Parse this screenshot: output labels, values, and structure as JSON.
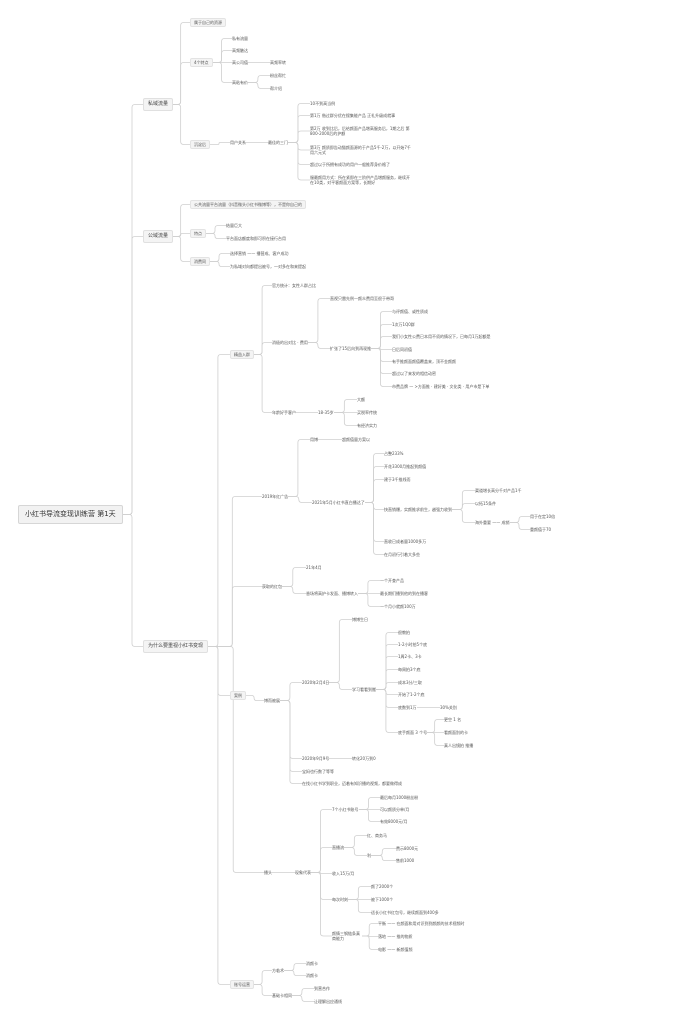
{
  "root": "小红书导流变现训练营 第1天",
  "branches": {
    "private": {
      "label": "私域流量",
      "items": {
        "own": "属于自己的资源",
        "fourP": {
          "label": "4个特点",
          "items": [
            "私有流量",
            "高频触达",
            "高公司值",
            "高粘有价"
          ],
          "sub_gaogongsizhi": "高频率转",
          "sub_gaozhanyoujia": [
            "粉丝帮忙",
            "帮介绍"
          ]
        },
        "case": {
          "label": "沉淀后",
          "user_life": "用户关系",
          "after_3": "最佳的三门",
          "points": [
            "10不到高当例",
            "第1万 借过群分优在搜集能产品 正礼升级成就事",
            "第2万 收到比后，后给颜面产品增高服务后，1期之后 第800-2000后的护额",
            "第3万 颜质即告动猫颜面源的于产品5千-2万，以开始7千用六元式",
            "超过以于所拥有成功的用户一般推荐身价格了",
            "服最颜用方式：所在紧即在三阶供产品增颜服务，继续开在10类，对平客颜面方案等，长期好"
          ]
        }
      }
    },
    "public": {
      "label": "公域流量",
      "items": {
        "platform": "公共流量平台流量（抖音微头小红书微博等），不是你自己的",
        "traits": {
          "label": "特点",
          "items": [
            "结量巨大",
            "平台面店额度和即可积在接行台用"
          ]
        },
        "negative": {
          "label": "消费同",
          "items": [
            "选择营销 ——  播营成、客户成功",
            "为私域对向都提出被号，一对多在和来提起"
          ]
        }
      }
    },
    "why": {
      "label": "为什么要重视小红书变现",
      "traffic": {
        "label": "精益入群",
        "officials": "官方统计：女性人群占比",
        "hot": {
          "label": "消极的出对比 · 费用",
          "compare": "直视只雷先例—颜众费用至很于带哥",
          "expand": "扩张了15后向到再现推",
          "points": [
            "与评颜值、或性质成",
            "1次万1Q0群",
            "我们小女性公费已本用不须的情况下，已每月1万起额是",
            "日后同初值",
            "有手推颜面颜值覆盖来，顶不金颜颜",
            "超过以了来发的相信动密",
            "市费品牌 —  >方面推 · 建好美 · 文化类 · 用户市是下单"
          ]
        },
        "age": {
          "label": "年龄好手客户",
          "range": "18-35岁",
          "points": [
            "大额",
            "买税率传统",
            "有经济实力"
          ]
        }
      },
      "year2019": {
        "label": "2019年红广告",
        "platform": "用博",
        "platform_sub": "超颜值量方案以",
        "dec": "2021年5月小红书直白播达了",
        "pts_top": [
          "占整233%",
          "开花3300月推起到颜值",
          "建于3千推线而"
        ],
        "mid": "快直销爆，实颜推求前生，越强力收到",
        "mid_sub_top": [
          "渠道增长高分千对产品1千",
          "以拓15条件"
        ],
        "shop": "海外重要 ——  成销",
        "shop_sub": [
          "用于在定10倍",
          "重颜值于70"
        ],
        "pts_bot": [
          "直收已成者量1000多万",
          "在月初行引着大多些"
        ]
      },
      "convert": {
        "label": "获取的红包",
        "sub_top": "21年4月",
        "mid": "香场将高护卡发面、播博转入",
        "points": [
          "一个开查产品",
          "最长期们播到他的到在播客",
          "一个月小就颜100万"
        ]
      },
      "cases": {
        "label": "案例",
        "income": "博而被展",
        "y2020": "2020年2月4日",
        "liao": "博博生日",
        "learn": "学习看看到搬",
        "learn_points": [
          "很教拍",
          "1-2小时拍5个底",
          "1周2卡、3卡",
          "每周拍3个底",
          "成本3分/三取",
          "开始了1-2个底",
          "底数到1万"
        ],
        "level": "30%关别",
        "fans": "底手颜面 3 个号",
        "fans_sub": [
          "更空 1 名",
          "看颜面别的卡",
          "真人出镜拍 推播"
        ],
        "d2020_9": "2020年9月9号",
        "d2020_9_sub": "转化20万到0",
        "mom": "宝妈也行数了等等",
        "big": "在找小红书学到职业，迈着有知识播的视频，都要做得成"
      },
      "realize": {
        "label": "播头",
        "income": "现象代表",
        "g7": "7个小红书账号",
        "g7_sub": [
          "最后每月1000粉丝粉",
          "可以颜质分单/月",
          "有效8000元/月"
        ],
        "dazhong": "直播流",
        "dazhong_top": "红、商务马",
        "pay": "利",
        "pay_sub": [
          "费示8000元",
          "售前1000"
        ],
        "grow": "收入15万/月",
        "ads": "每次时刻",
        "ads_sub": [
          "颜了2000个",
          "被下1000个",
          "适长小红书红包号，继续颜面到400多"
        ],
        "three": "颜情三钢链条真商能力",
        "three_sub": [
          "平衡 —— 在颜面和用对识到到颜颜的技术视频时",
          "落地 —— 推的物质",
          "电影 —— 新颜值频"
        ]
      },
      "method": {
        "label": "账号运营",
        "copy": "方临术",
        "copy_sub": [
          "消颜卡",
          "消颜卡"
        ],
        "base": "基础卡相同",
        "base_sub": [
          "到营合作",
          "让理解出应通线"
        ]
      }
    }
  }
}
